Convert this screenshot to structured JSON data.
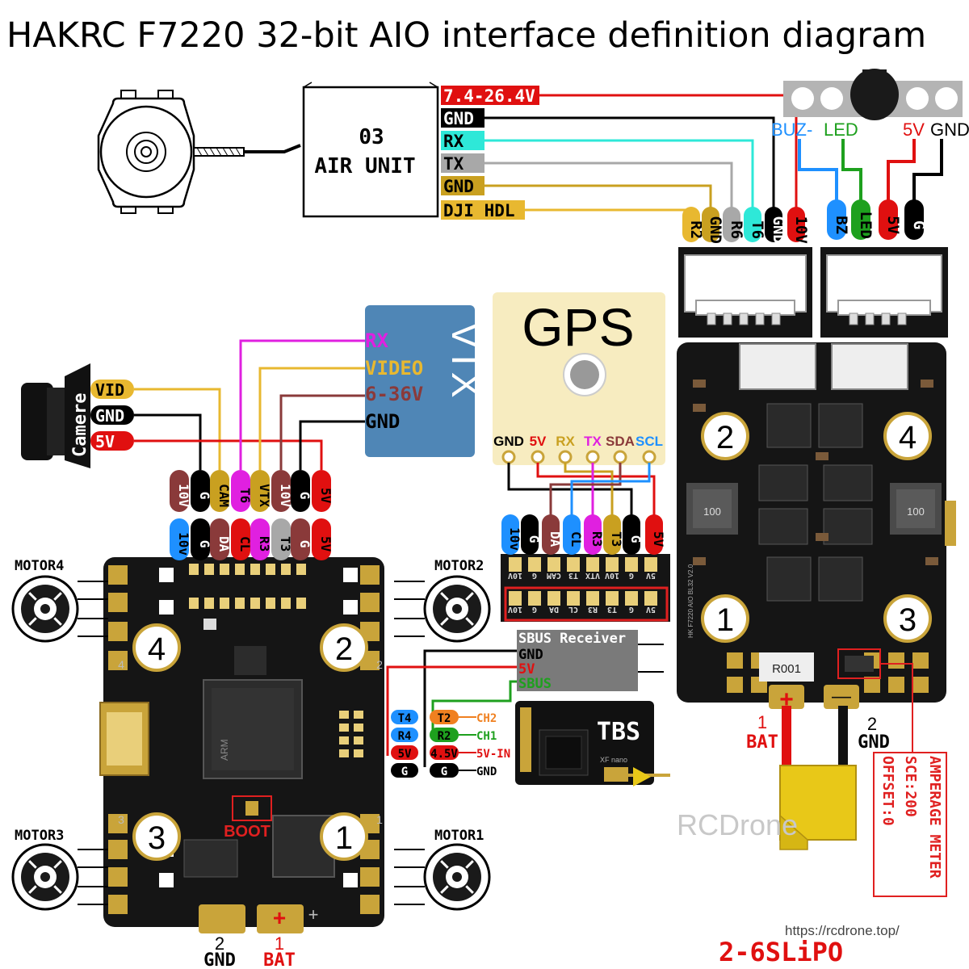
{
  "title": "HAKRC F7220 32-bit AIO interface definition diagram",
  "air_unit": {
    "label_line1": "03",
    "label_line2": "AIR UNIT",
    "wires": [
      {
        "label": "7.4-26.4V",
        "color": "#e01010",
        "text_color": "#ffffff"
      },
      {
        "label": "GND",
        "color": "#000000",
        "text_color": "#ffffff"
      },
      {
        "label": "RX",
        "color": "#2ee8d8",
        "text_color": "#000000"
      },
      {
        "label": "TX",
        "color": "#a8a8a8",
        "text_color": "#000000"
      },
      {
        "label": "GND",
        "color": "#c9a020",
        "text_color": "#000000"
      },
      {
        "label": "DJI HDL",
        "color": "#e8b830",
        "text_color": "#000000"
      }
    ],
    "pads": [
      "R2",
      "GND",
      "R6",
      "T6",
      "GND",
      "10V"
    ]
  },
  "buzzer": {
    "labels": [
      "BUZ-",
      "LED",
      "5V",
      "GND"
    ],
    "pads": [
      "BZ",
      "LED",
      "5V",
      "G"
    ],
    "colors": {
      "buz": "#1e90ff",
      "led": "#1ea01e",
      "v5": "#e01010",
      "gnd": "#000000"
    }
  },
  "camera": {
    "label": "Camere",
    "wires": [
      "VID",
      "GND",
      "5V"
    ]
  },
  "vtx": {
    "label": "VTX",
    "wires": [
      "RX",
      "VIDEO",
      "6-36V",
      "GND"
    ],
    "bg_color": "#4f86b6"
  },
  "gps": {
    "label": "GPS",
    "pins": [
      "GND",
      "5V",
      "RX",
      "TX",
      "SDA",
      "SCL"
    ]
  },
  "top_pads_row1": [
    "10V",
    "G",
    "CAM",
    "T6",
    "VTX",
    "10V",
    "G",
    "5V"
  ],
  "top_pads_row2": [
    "10v",
    "G",
    "DA",
    "CL",
    "R3",
    "T3",
    "G",
    "5V"
  ],
  "gps_pads": [
    "10v",
    "G",
    "DA",
    "CL",
    "R3",
    "T3",
    "G",
    "5V"
  ],
  "connector_row1": [
    "5V",
    "G",
    "10V",
    "VTX",
    "T3",
    "CAM",
    "G",
    "10V"
  ],
  "connector_row2": [
    "5V",
    "G",
    "T3",
    "R3",
    "CL",
    "DA",
    "G",
    "10V"
  ],
  "motors": [
    "MOTOR4",
    "MOTOR2",
    "MOTOR3",
    "MOTOR1"
  ],
  "fc_numbers": [
    "4",
    "2",
    "3",
    "1"
  ],
  "esc_numbers": [
    "2",
    "4",
    "1",
    "3"
  ],
  "fc_small_numbers": [
    "4",
    "2",
    "3",
    "1"
  ],
  "boot_label": "BOOT",
  "fc_power": {
    "gnd_num": "2",
    "gnd": "GND",
    "bat_num": "1",
    "bat": "BAT",
    "plus": "+"
  },
  "sbus": {
    "title": "SBUS Receiver",
    "pins": [
      "GND",
      "5V",
      "SBUS"
    ]
  },
  "uart_left": [
    "T4",
    "R4",
    "5V",
    "G"
  ],
  "uart_right": [
    "T2",
    "R2",
    "4.5V",
    "G"
  ],
  "tbs_labels": [
    "CH2",
    "CH1",
    "5V-IN",
    "GND"
  ],
  "tbs": {
    "label": "TBS",
    "sub": "XF nano"
  },
  "esc": {
    "resistor": "R001",
    "pad_bat_num": "1",
    "pad_bat": "BAT",
    "pad_gnd_num": "2",
    "pad_gnd": "GND",
    "plus": "+",
    "minus": "—",
    "inductor": "100",
    "chip_text": "HK F7220 AIO BL32 V2.0"
  },
  "fc_chip_text": "ARM",
  "amperage": [
    "AMPERAGE METER",
    "SCE:200",
    "OFFSET:0"
  ],
  "lipo": "2-6SLiPO",
  "watermark": "RCDrone",
  "url": "https://rcdrone.top/"
}
